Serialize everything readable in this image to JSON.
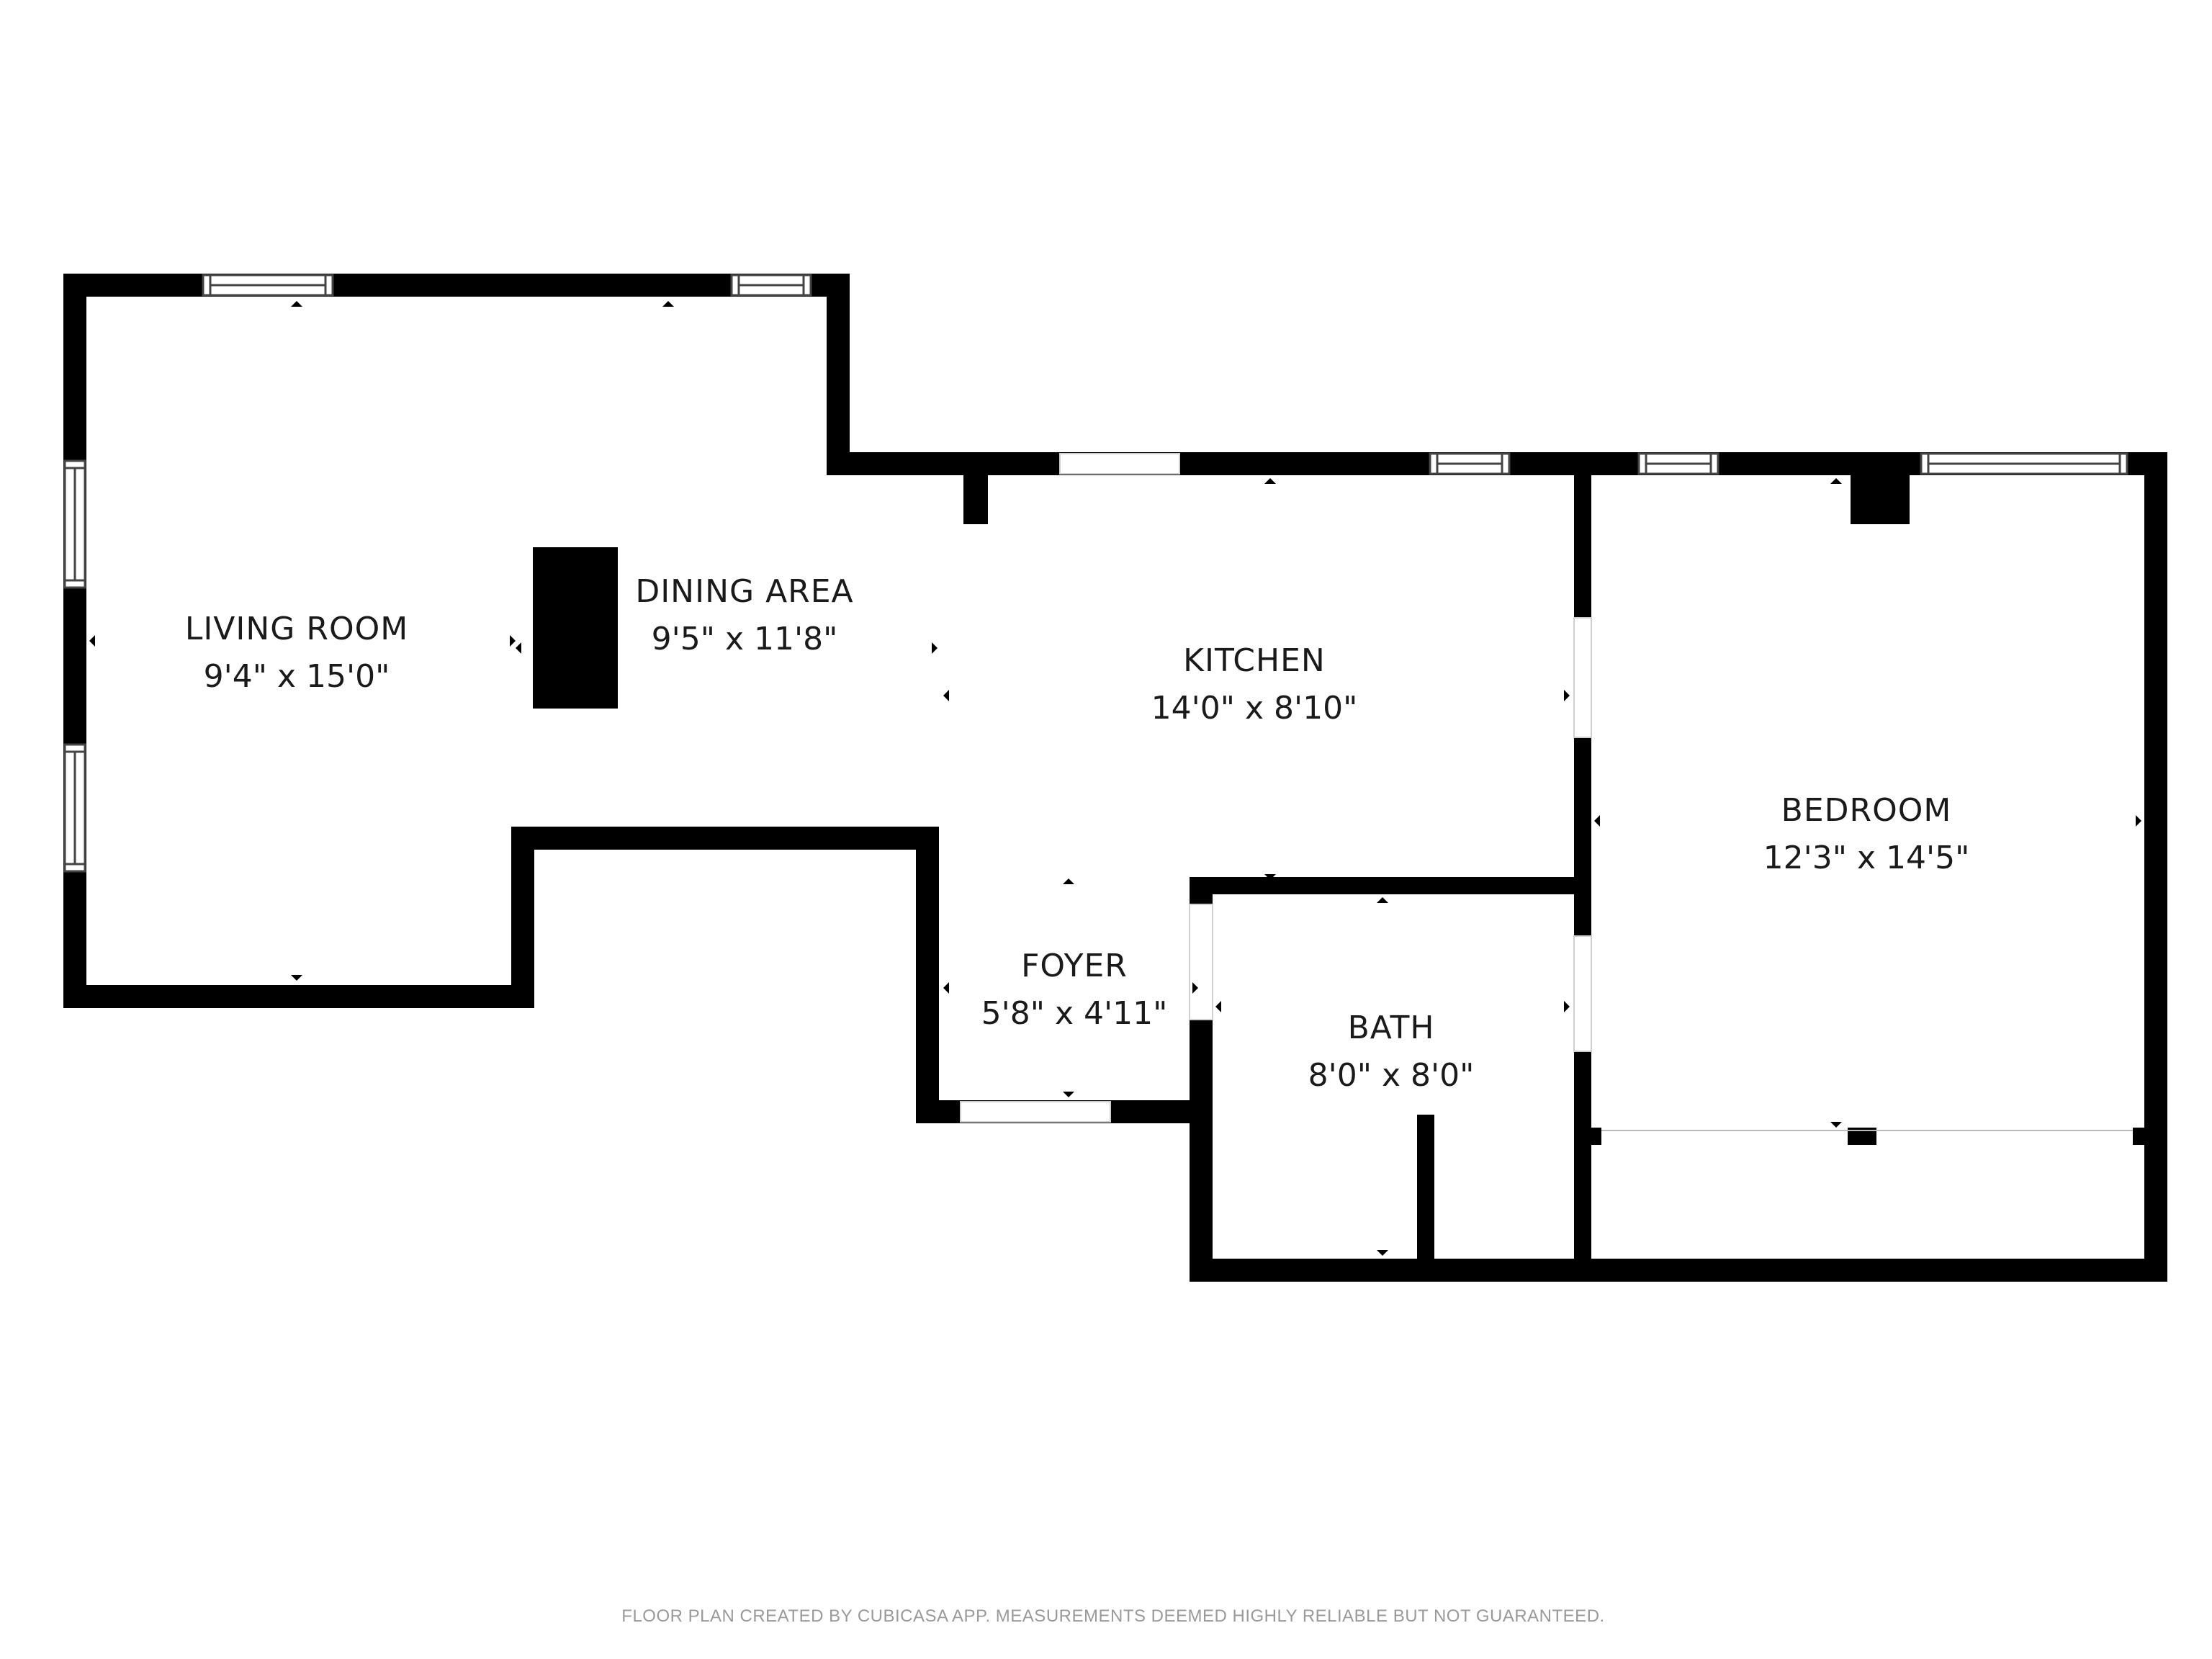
{
  "rooms": {
    "living_room": {
      "name": "LIVING ROOM",
      "dimensions": "9'4\" x 15'0\""
    },
    "dining_area": {
      "name": "DINING AREA",
      "dimensions": "9'5\" x 11'8\""
    },
    "kitchen": {
      "name": "KITCHEN",
      "dimensions": "14'0\" x 8'10\""
    },
    "foyer": {
      "name": "FOYER",
      "dimensions": "5'8\" x 4'11\""
    },
    "bath": {
      "name": "BATH",
      "dimensions": "8'0\" x 8'0\""
    },
    "bedroom": {
      "name": "BEDROOM",
      "dimensions": "12'3\" x 14'5\""
    }
  },
  "footer": {
    "disclaimer": "FLOOR PLAN CREATED BY CUBICASA APP. MEASUREMENTS DEEMED HIGHLY RELIABLE BUT NOT GUARANTEED."
  },
  "colors": {
    "wall": "#000000",
    "background": "#ffffff",
    "window_frame": "#444444",
    "label_text": "#1a1a1a",
    "footer_text": "#9a9a9a"
  }
}
